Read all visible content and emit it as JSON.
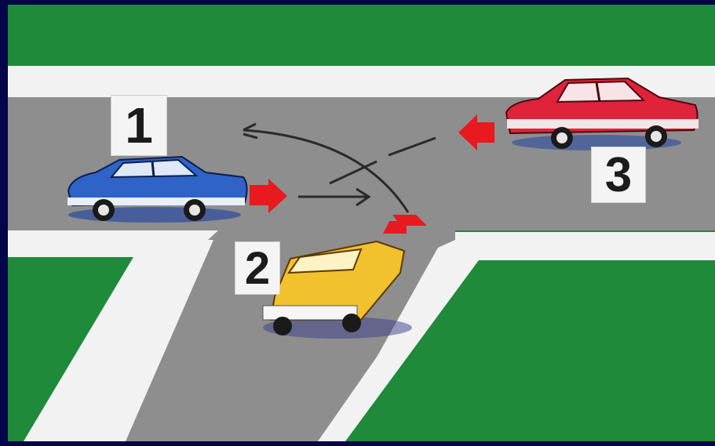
{
  "labels": {
    "car1": "1",
    "car2": "2",
    "car3": "3"
  },
  "colors": {
    "frame": "#05054a",
    "grass": "#1f8a3a",
    "road": "#8e8e8e",
    "kerb": "#f2f2f2",
    "car1": "#2f63c8",
    "car2": "#f2c12e",
    "car3": "#e0223a",
    "direction_arrow": "#e8191f"
  }
}
